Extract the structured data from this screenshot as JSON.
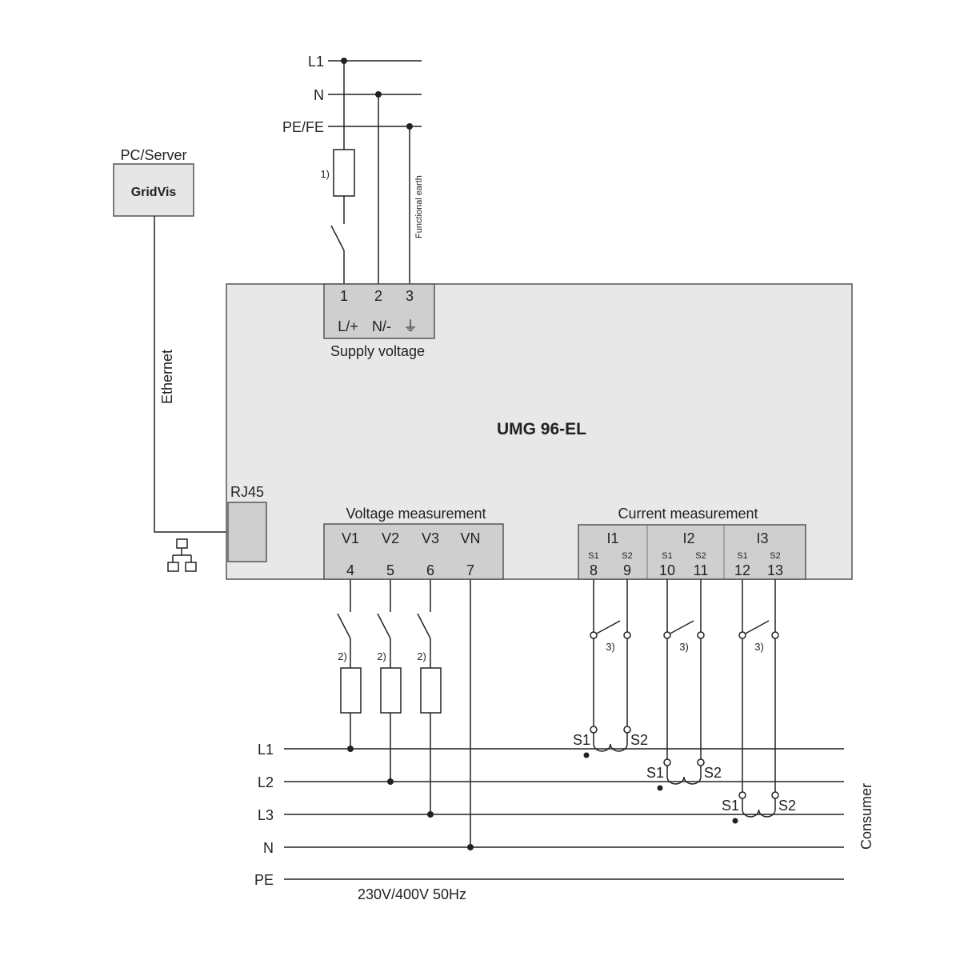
{
  "supply_lines": [
    "L1",
    "N",
    "PE/FE"
  ],
  "fuse_note_1": "1)",
  "functional_earth": "Functional earth",
  "pc": {
    "label": "PC/Server",
    "software": "GridVis"
  },
  "ethernet": "Ethernet",
  "device": {
    "name": "UMG 96-EL",
    "rj45": "RJ45"
  },
  "supply": {
    "numbers": [
      "1",
      "2",
      "3"
    ],
    "labels": [
      "L/+",
      "N/-",
      "⏚"
    ],
    "title": "Supply voltage"
  },
  "voltage": {
    "title": "Voltage measurement",
    "labels": [
      "V1",
      "V2",
      "V3",
      "VN"
    ],
    "numbers": [
      "4",
      "5",
      "6",
      "7"
    ],
    "fuse_note": "2)"
  },
  "current": {
    "title": "Current measurement",
    "channels": [
      {
        "label": "I1",
        "s1": "S1",
        "s2": "S2",
        "n1": "8",
        "n2": "9"
      },
      {
        "label": "I2",
        "s1": "S1",
        "s2": "S2",
        "n1": "10",
        "n2": "11"
      },
      {
        "label": "I3",
        "s1": "S1",
        "s2": "S2",
        "n1": "12",
        "n2": "13"
      }
    ],
    "switch_note": "3)",
    "ct_s1": "S1",
    "ct_s2": "S2"
  },
  "bus_lines": [
    "L1",
    "L2",
    "L3",
    "N",
    "PE"
  ],
  "grid_spec": "230V/400V  50Hz",
  "consumer": "Consumer"
}
